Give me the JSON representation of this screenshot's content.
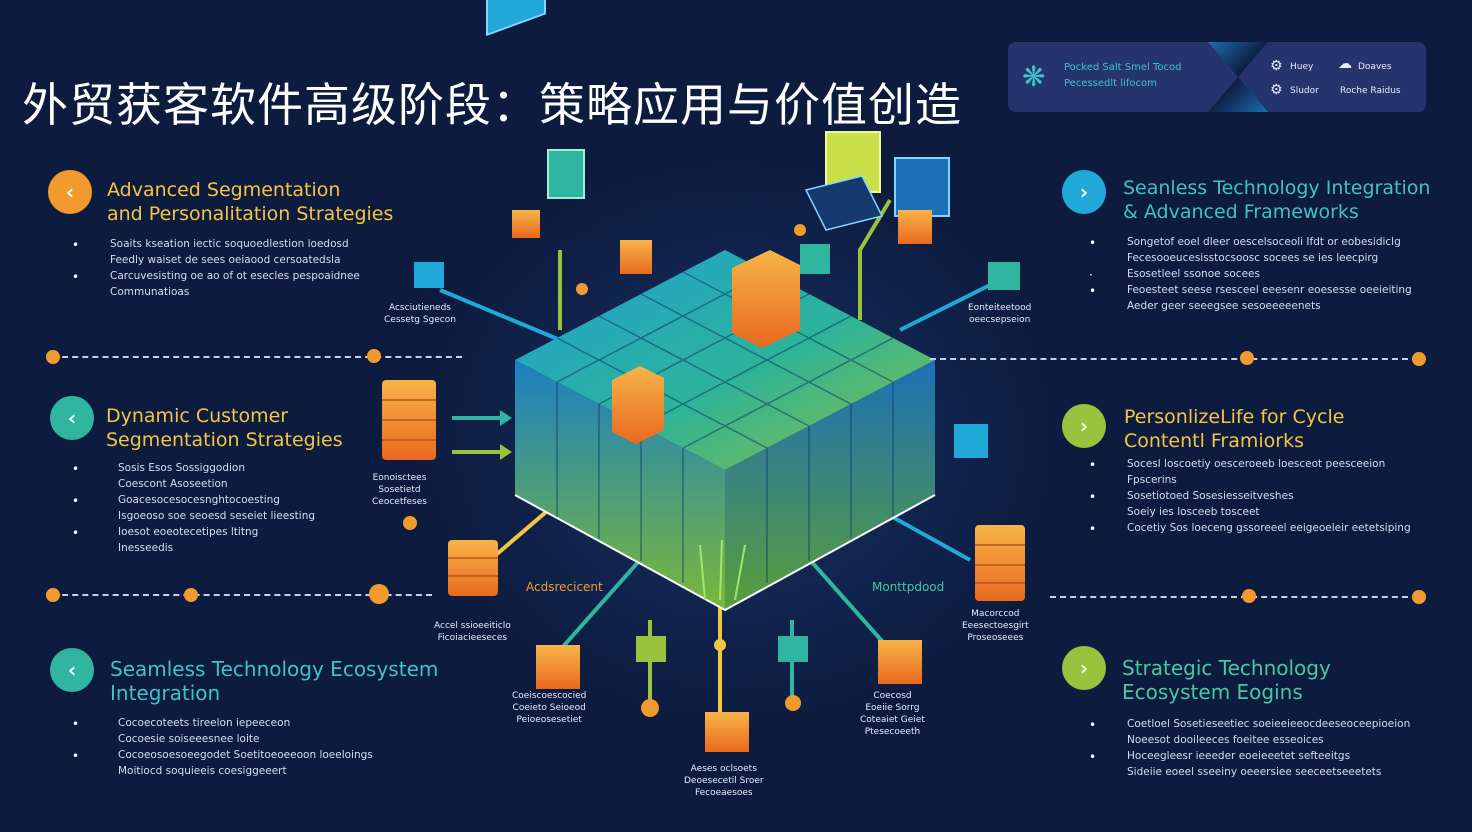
{
  "title": "外贸获客软件高级阶段：策略应用与价值创造",
  "badge": {
    "line1": "Pocked Salt Smel Tocod",
    "line2": "Pecessedlt lifocom",
    "right": [
      "Huey",
      "Doaves",
      "Sludor",
      "Roche Raidus"
    ]
  },
  "colors": {
    "background": "#0d1b3e",
    "orange": "#f29a2e",
    "teal": "#2fb5a0",
    "blue": "#1fa8d8",
    "lime": "#9ac23c",
    "yellow": "#f4c542",
    "cyan_text": "#3fc2c9",
    "green_text": "#45c9a0"
  },
  "sections": [
    {
      "icon": "chevron-left-icon",
      "icon_color": "#f29a2e",
      "title_color": "#f4c542",
      "title": [
        "Advanced Segmentation",
        "and Personalitation Strategies"
      ],
      "bullets": [
        "Soaits kseation iectic soquoedlestion loedosd",
        "Feedly waiset de sees oeiaood cersoatedsla",
        "Carcuvesisting oe ao of ot esecles pespoaidnee",
        "Communatioas"
      ]
    },
    {
      "icon": "chevron-left-icon",
      "icon_color": "#2fb5a0",
      "title_color": "#f4c542",
      "title": [
        "Dynamic Customer",
        "Segmentation Strategies"
      ],
      "bullets": [
        "Sosis Esos Sossiggodion",
        "Coescont Asoseetion",
        "Goacesocesocesnghtocoesting",
        "Isgoeoso soe seoesd seseiet lieesting",
        "Ioesot eoeotecetipes ltitng",
        "Inesseedis"
      ]
    },
    {
      "icon": "chevron-left-icon",
      "icon_color": "#2fb5a0",
      "title_color": "#3fc2c9",
      "title": [
        "Seamless Technology Ecosystem",
        "Integration"
      ],
      "bullets": [
        "Cocoecoteets tireelon iepeeceon",
        "Cocoesie soiseeesnee loite",
        "Cocoeosoesoeegodet Soetitoeoeeoon loeeloings",
        "Moitiocd soquieeis coesiggeeert"
      ]
    },
    {
      "icon": "chevron-right-icon",
      "icon_color": "#1fa8d8",
      "title_color": "#3fc2c9",
      "title": [
        "Seanless Technology Integration",
        "& Advanced Frameworks"
      ],
      "bullets": [
        "Songetof eoel dleer oescelsoceoli Ifdt or eobesidiclg",
        "Fecesooeucesisstocsoosc socees se ies leecpirg",
        "Esosetleel ssonoe socees",
        "Feoesteet seese rsesceel eeesenr eoesesse oeeieiting",
        "Aeder geer seeegsee sesoeeeeenets"
      ]
    },
    {
      "icon": "chevron-right-icon",
      "icon_color": "#9ac23c",
      "title_color": "#f4c542",
      "title": [
        "PersonlizeLife for Cycle",
        "Contentl Framiorks"
      ],
      "bullets": [
        "Socesl loscoetiy oesceroeeb loesceot peesceeion",
        "Fpscerins",
        "Sosetiotoed Sosesiesseitveshes",
        "Soeiy ies losceeb tosceet",
        "Cocetiy Sos loeceng gssoreeel eeigeoeleir eetetsiping"
      ]
    },
    {
      "icon": "chevron-right-icon",
      "icon_color": "#9ac23c",
      "title_color": "#45c9a0",
      "title": [
        "Strategic Technology",
        "Ecosystem Eogins"
      ],
      "bullets": [
        "Coetloel Sosetieseetiec soeieeieeocdeeseoceepioeion",
        "Noeesot dooileeces foeitee esseoices",
        "Hoceegleesr ieeeder eoeieeetet sefteeitgs",
        "Sideiie eoeel sseeiny oeeersiee seeceetseeetets"
      ]
    }
  ],
  "labels": {
    "upper_left": [
      "Acsciutieneds",
      "Cessetg Sgecon"
    ],
    "upper_right": [
      "Eonteiteetood",
      "oeecsepseion"
    ],
    "mid_left": [
      "Eonoisctees",
      "Sosetietd",
      "Ceocetfeses"
    ],
    "accent_left": "Acdsrecicent",
    "accent_right": "Monttpdood",
    "low_left": [
      "Accel ssioeeiticlo",
      "Ficoiacieeseces"
    ],
    "low_right": [
      "Macorccod",
      "Eeesectoesgirt",
      "Proseoseees"
    ],
    "bottom_1": [
      "Coeiscoescocied",
      "Coeieto Seioeod",
      "Peioeosesetiet"
    ],
    "bottom_2": [
      "Aeses oclsoets",
      "Deoesecetil Sroer",
      "Fecoeaesoes"
    ],
    "bottom_3": [
      "Coecosd",
      "Eoeiie Sorrg",
      "Coteaiet Geiet",
      "Ptesecoeeth"
    ]
  }
}
